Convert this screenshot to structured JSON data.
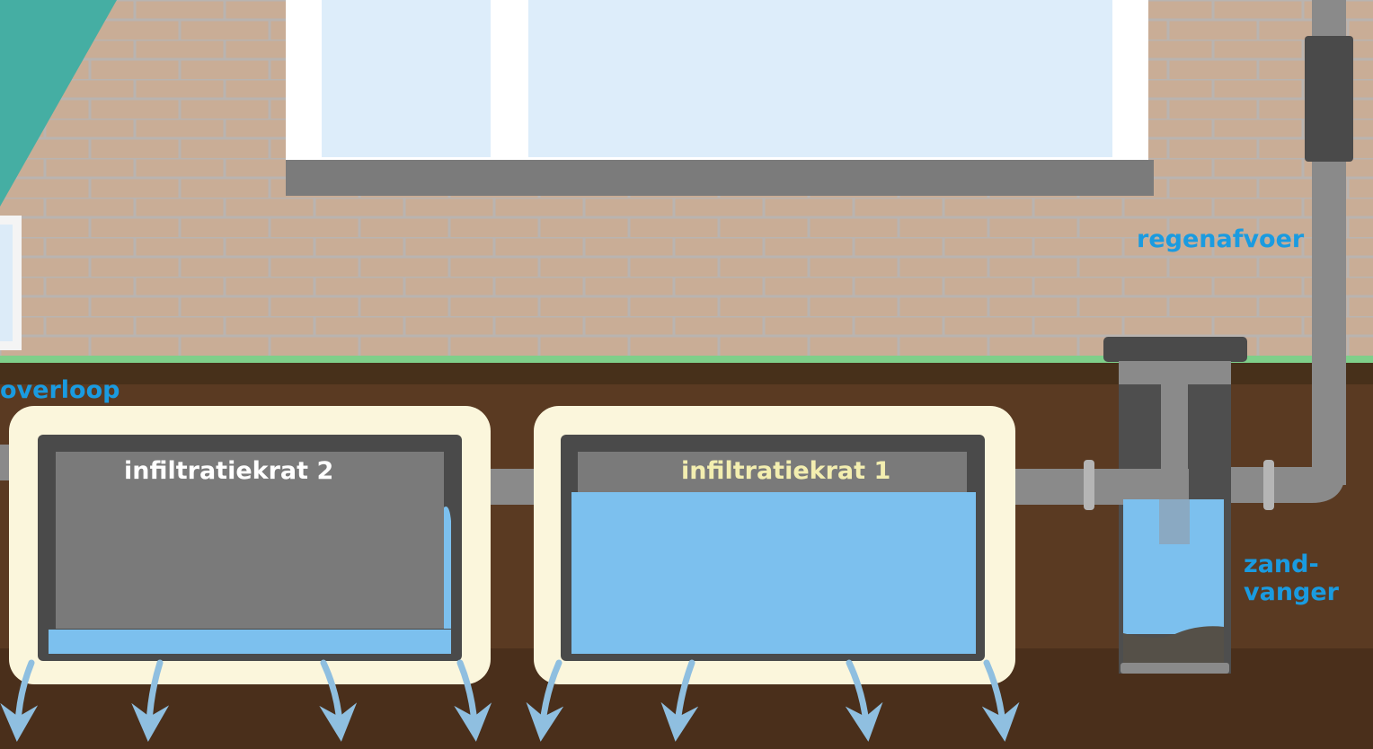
{
  "labels": {
    "downspout": "regenafvoer",
    "overflow": "overloop",
    "sandtrap_line1": "zand-",
    "sandtrap_line2": "vanger",
    "crate2": "infiltratiekrat 2",
    "crate1": "infiltratiekrat 1"
  },
  "colors": {
    "label_blue": "#1a9be0",
    "water": "#7cc0ee",
    "soil": "#5a3a22",
    "brick": "#c9ad96",
    "pipe": "#8a8a8a",
    "crate_frame": "#4a4a4a",
    "halo": "#fbf6dc",
    "crate1_label": "#f3eeb0"
  },
  "water_levels": {
    "crate2_fill_fraction": 0.12,
    "crate1_fill_fraction": 0.8
  }
}
